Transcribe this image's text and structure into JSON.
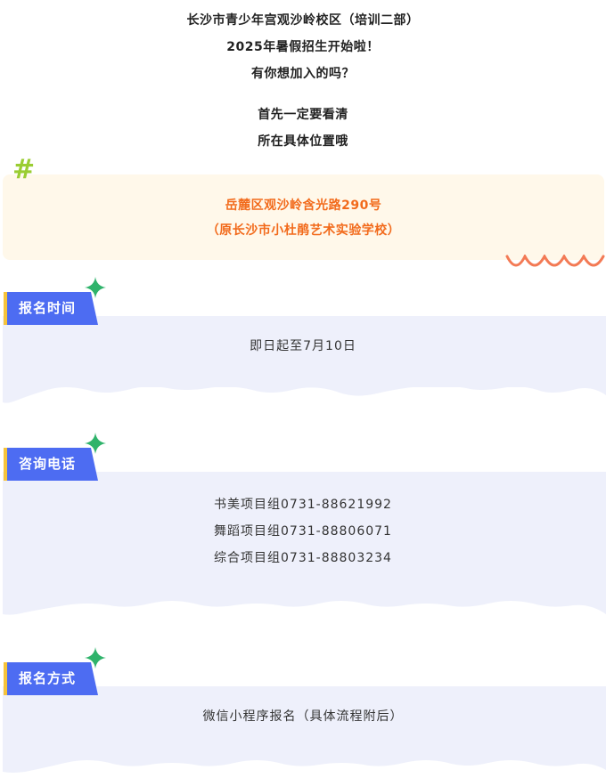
{
  "intro": {
    "line1": "长沙市青少年宫观沙岭校区（培训二部）",
    "line2": "2025年暑假招生开始啦！",
    "line3": "有你想加入的吗？",
    "line4": "首先一定要看清",
    "line5": "所在具体位置哦"
  },
  "address": {
    "hash_symbol": "#",
    "line1": "岳麓区观沙岭含光路290号",
    "line2": "（原长沙市小杜鹃艺术实验学校）"
  },
  "sections": [
    {
      "title": "报名时间",
      "lines": [
        "即日起至7月10日"
      ]
    },
    {
      "title": "咨询电话",
      "lines": [
        "书美项目组0731-88621992",
        "舞蹈项目组0731-88806071",
        "综合项目组0731-88803234"
      ]
    },
    {
      "title": "报名方式",
      "lines": [
        "微信小程序报名（具体流程附后）"
      ]
    }
  ],
  "colors": {
    "tag_blue": "#4d6cf2",
    "tag_accent_yellow": "#f6c33a",
    "sparkle_green": "#2fb36b",
    "address_orange": "#f26a1b",
    "hash_green": "#9acd32",
    "scallop_coral": "#f37a55",
    "section_bg": "#eef0fb"
  },
  "icons": {
    "hash": "hash-icon",
    "sparkle": "sparkle-icon",
    "scallop": "scallop-decoration"
  }
}
